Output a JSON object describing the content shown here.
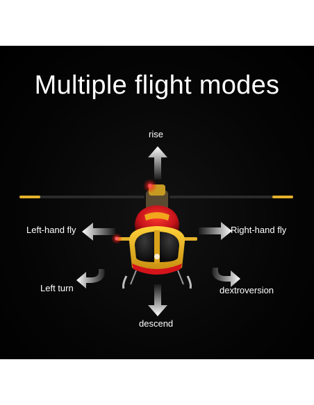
{
  "poster": {
    "title": "Multiple flight modes",
    "modes": {
      "rise": "rise",
      "descend": "descend",
      "left_hand_fly": "Left-hand fly",
      "right_hand_fly": "Right-hand fly",
      "left_turn": "Left turn",
      "right_turn": "dextroversion"
    }
  },
  "colors": {
    "background": "#000000",
    "text": "#ffffff",
    "helicopter_red": "#d4141b",
    "helicopter_yellow": "#f2b51c",
    "arrow": "#ffffff"
  },
  "icons": [
    "up-arrow-icon",
    "down-arrow-icon",
    "left-arrow-icon",
    "right-arrow-icon",
    "turn-left-arrow-icon",
    "turn-right-arrow-icon"
  ]
}
